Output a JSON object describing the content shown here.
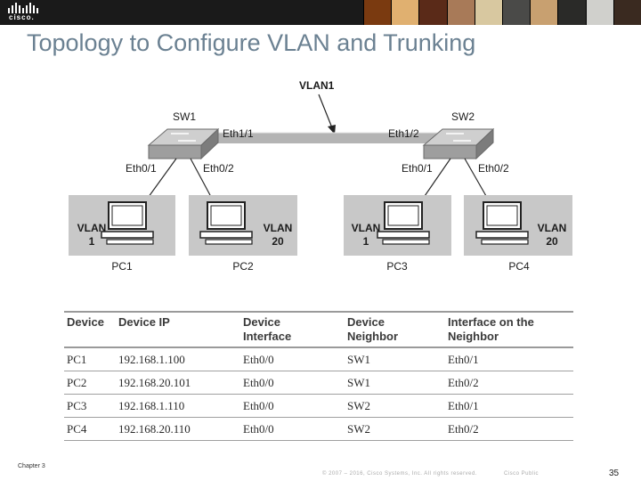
{
  "header": {
    "logo_text": "cisco.",
    "photo_colors": [
      "#7a3a10",
      "#e0b070",
      "#5a2a18",
      "#a87a58",
      "#d8c8a0",
      "#4a4a48",
      "#c8a070",
      "#2a2a28",
      "#d0d0cc",
      "#3a2a20"
    ]
  },
  "title": "Topology to Configure VLAN and Trunking",
  "diagram": {
    "vlan_label": "VLAN1",
    "switches": [
      {
        "name": "SW1",
        "left_port": "Eth0/1",
        "right_port": "Eth0/2"
      },
      {
        "name": "SW2",
        "left_port": "Eth0/1",
        "right_port": "Eth0/2"
      }
    ],
    "trunk_ports": {
      "sw1": "Eth1/1",
      "sw2": "Eth1/2"
    },
    "pcs": [
      {
        "name": "PC1",
        "vlan_word": "VLAN",
        "vlan_id": "1"
      },
      {
        "name": "PC2",
        "vlan_word": "VLAN",
        "vlan_id": "20"
      },
      {
        "name": "PC3",
        "vlan_word": "VLAN",
        "vlan_id": "1"
      },
      {
        "name": "PC4",
        "vlan_word": "VLAN",
        "vlan_id": "20"
      }
    ]
  },
  "table": {
    "headers": [
      "Device",
      "Device IP",
      "Device Interface",
      "Device Neighbor",
      "Interface on the Neighbor"
    ],
    "header_lines": [
      [
        "Device"
      ],
      [
        "Device IP"
      ],
      [
        "Device",
        "Interface"
      ],
      [
        "Device",
        "Neighbor"
      ],
      [
        "Interface on the",
        "Neighbor"
      ]
    ],
    "rows": [
      [
        "PC1",
        "192.168.1.100",
        "Eth0/0",
        "SW1",
        "Eth0/1"
      ],
      [
        "PC2",
        "192.168.20.101",
        "Eth0/0",
        "SW1",
        "Eth0/2"
      ],
      [
        "PC3",
        "192.168.1.110",
        "Eth0/0",
        "SW2",
        "Eth0/1"
      ],
      [
        "PC4",
        "192.168.20.110",
        "Eth0/0",
        "SW2",
        "Eth0/2"
      ]
    ]
  },
  "footer": {
    "chapter": "Chapter 3",
    "copyright": "© 2007 – 2016, Cisco Systems, Inc. All rights reserved.",
    "classification": "Cisco Public",
    "page_number": "35"
  }
}
